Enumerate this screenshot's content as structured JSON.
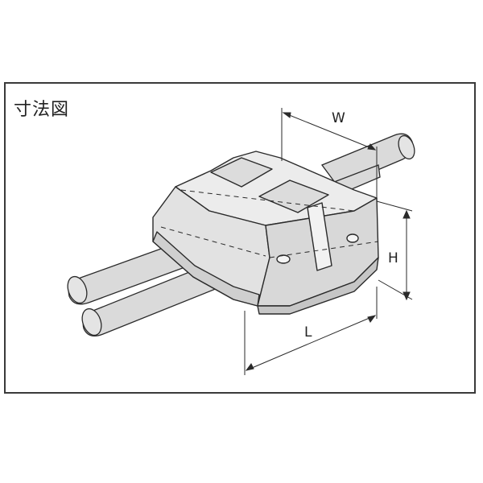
{
  "figure": {
    "title": "寸法図",
    "dimensions": {
      "width_label": "W",
      "height_label": "H",
      "length_label": "L"
    },
    "colors": {
      "line": "#2a2a2a",
      "body_fill": "#e6e6e6",
      "body_shade": "#d2d2d2",
      "cable_fill": "#d9d9d9",
      "frame": "#3a3a3a"
    }
  }
}
